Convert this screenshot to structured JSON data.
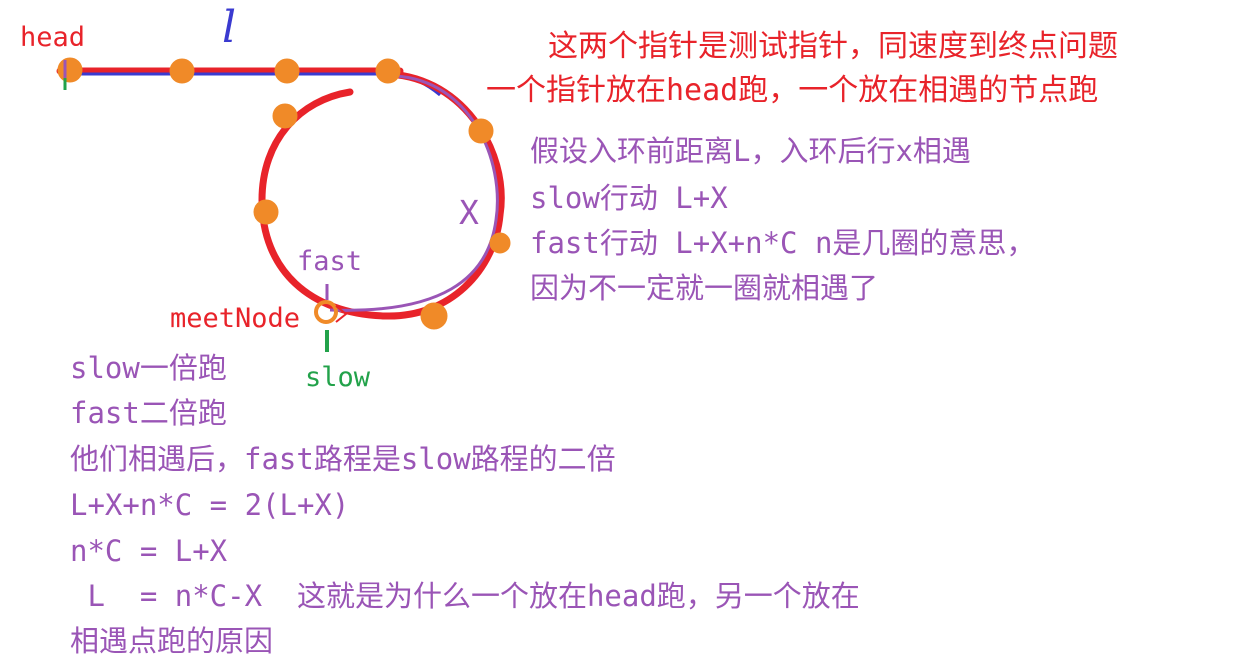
{
  "labels": {
    "head": "head",
    "l_mark": "l",
    "x_mark": "X",
    "fast": "fast",
    "meet_node": "meetNode",
    "slow": "slow"
  },
  "notes_top": {
    "line1": "这两个指针是测试指针，同速度到终点问题",
    "line2": "一个指针放在head跑，一个放在相遇的节点跑"
  },
  "notes_right": {
    "line1": "假设入环前距离L，入环后行x相遇",
    "line2": "slow行动 L+X",
    "line3": "fast行动 L+X+n*C n是几圈的意思，",
    "line4": "因为不一定就一圈就相遇了"
  },
  "notes_bottom": {
    "line1": "slow一倍跑",
    "line2": "fast二倍跑",
    "line3": "他们相遇后，fast路程是slow路程的二倍",
    "line4": "L+X+n*C = 2(L+X)",
    "line5": "n*C = L+X",
    "line6": " L  = n*C-X  这就是为什么一个放在head跑，另一个放在",
    "line7": "相遇点跑的原因"
  },
  "colors": {
    "red": "#e8232a",
    "purple": "#9a55b6",
    "blue": "#3a3ad0",
    "orange": "#f08a28",
    "green": "#22a24a"
  }
}
